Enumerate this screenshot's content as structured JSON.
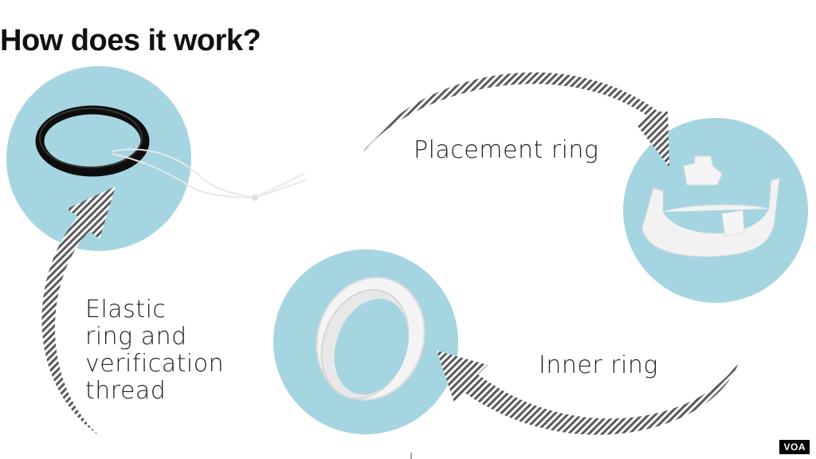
{
  "header": {
    "title": "How does it work?"
  },
  "labels": {
    "placement": "Placement ring",
    "inner": "Inner ring",
    "elastic": [
      "Elastic",
      "ring and",
      "verification",
      "thread"
    ]
  },
  "badge": "VOA",
  "colors": {
    "circle": "#a5d5e0",
    "ring_dark": "#111111",
    "ring_white": "#f2f2f2",
    "arrow_stripe": "#555555",
    "text": "#222222"
  },
  "icons": [
    "elastic-ring-icon",
    "placement-ring-icon",
    "inner-ring-icon",
    "arrow-icon"
  ]
}
